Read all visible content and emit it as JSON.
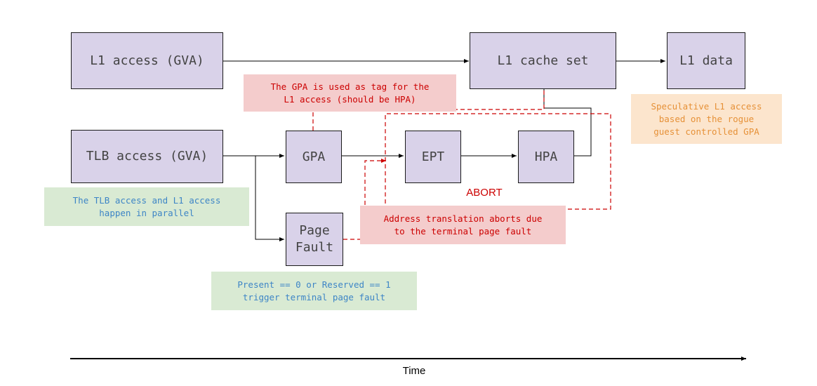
{
  "nodes": {
    "l1_access": "L1 access (GVA)",
    "l1_cache_set": "L1 cache set",
    "l1_data": "L1 data",
    "tlb_access": "TLB access (GVA)",
    "gpa": "GPA",
    "ept": "EPT",
    "hpa": "HPA",
    "page_fault": "Page\nFault"
  },
  "notes": {
    "gpa_tag": "The GPA is used as tag for the\nL1 access (should be HPA)",
    "speculative": "Speculative L1 access\nbased on the rogue\nguest controlled GPA",
    "parallel": "The TLB access and L1 access\nhappen in parallel",
    "abort_reason": "Address translation aborts due\nto the terminal page fault",
    "trigger": "Present == 0 or Reserved == 1\ntrigger terminal page fault"
  },
  "abort_label": "ABORT",
  "time_label": "Time",
  "colors": {
    "box_fill": "#d9d2e9",
    "note_green": "#d9ead3",
    "note_red": "#f4cccc",
    "note_orange": "#fce5cd",
    "abort_red": "#cc0000",
    "note_blue_text": "#3d85c6",
    "note_orange_text": "#e69138"
  }
}
